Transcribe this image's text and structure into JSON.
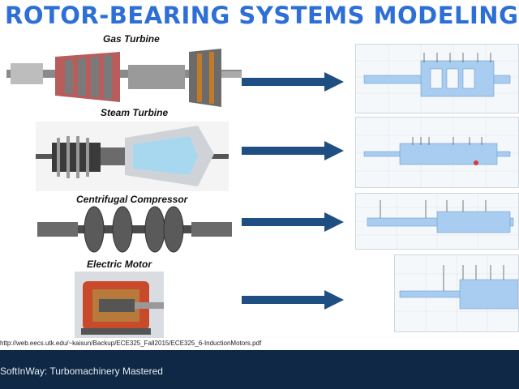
{
  "slide": {
    "title": "ROTOR-BEARING SYSTEMS MODELING",
    "rows": [
      {
        "label": "Gas Turbine"
      },
      {
        "label": "Steam Turbine"
      },
      {
        "label": "Centrifugal Compressor"
      },
      {
        "label": "Electric Motor"
      }
    ],
    "source_url": "http://web.eecs.utk.edu/~kaisun/Backup/ECE325_Fall2015/ECE325_6-InductionMotors.pdf"
  },
  "footer": {
    "text": "SoftInWay: Turbomachinery Mastered"
  },
  "colors": {
    "title": "#2e6fd6",
    "arrow": "#1f4f82",
    "footer_bg": "#0f2845",
    "model_fill": "#a9cdf0"
  }
}
